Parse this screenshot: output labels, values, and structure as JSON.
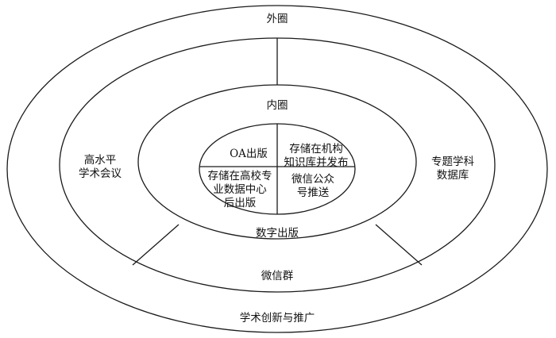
{
  "diagram": {
    "rings": {
      "outer": "外圈",
      "middle_outer_bottom": "学术创新与推广",
      "inner": "内圈",
      "middle_inner_bottom": "数字出版"
    },
    "segments": {
      "left": [
        "高水平",
        "学术会议"
      ],
      "right": [
        "专题学科",
        "数据库"
      ],
      "bottom": "微信群"
    },
    "core": {
      "top_left": "OA出版",
      "top_right": [
        "存储在机构",
        "知识库并发布"
      ],
      "bottom_left": [
        "存储在高校专",
        "业数据中心",
        "后出版"
      ],
      "bottom_right": [
        "微信公众",
        "号推送"
      ]
    },
    "colors": {
      "stroke": "#1a1a1a",
      "text": "#111111",
      "background": "#ffffff"
    }
  }
}
